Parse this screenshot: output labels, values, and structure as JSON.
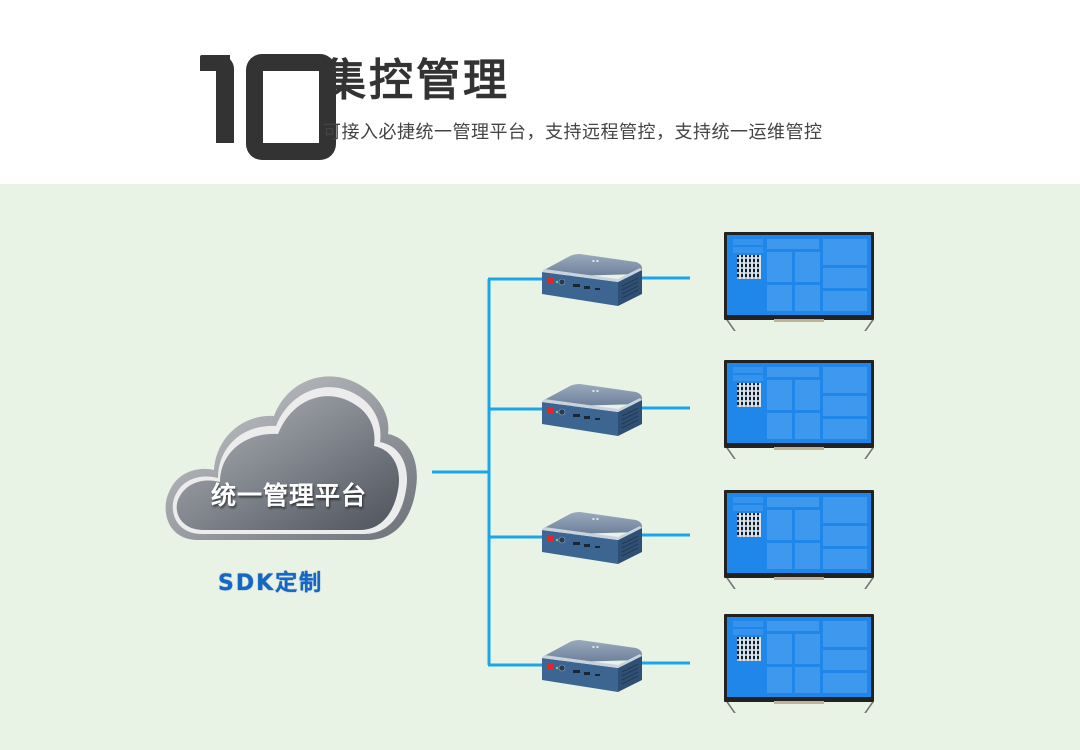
{
  "header": {
    "number": "10",
    "title": "集控管理",
    "subtitle": "可接入必捷统一管理平台，支持远程管控，支持统一运维管控"
  },
  "diagram": {
    "platform_label": "统一管理平台",
    "sdk_label": "SDK定制",
    "device_count": 4,
    "nodes": [
      {
        "device": "mini-pc",
        "display": "tv"
      },
      {
        "device": "mini-pc",
        "display": "tv"
      },
      {
        "device": "mini-pc",
        "display": "tv"
      },
      {
        "device": "mini-pc",
        "display": "tv"
      }
    ]
  },
  "colors": {
    "background_top": "#ffffff",
    "background_diagram": "#e8f3e5",
    "connector": "#1aa5e6",
    "sdk_text": "#1467c4",
    "heading": "#333333",
    "screen": "#1f86ea",
    "device_body": "#3d6591"
  },
  "icons": {
    "cloud": "cloud-icon",
    "device": "mini-pc-icon",
    "display": "tv-icon"
  }
}
